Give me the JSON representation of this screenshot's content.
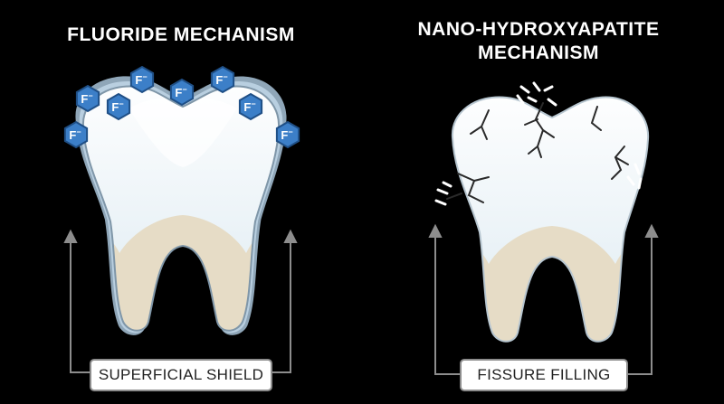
{
  "titles": {
    "left": "FLUORIDE MECHANISM",
    "right_line1": "NANO-HYDROXYAPATITE",
    "right_line2": "MECHANISM"
  },
  "labels": {
    "left": "SUPERFICIAL SHIELD",
    "right": "FISSURE FILLING"
  },
  "fluoride_ion": {
    "symbol": "F",
    "charge": "−"
  },
  "colors": {
    "background": "#000000",
    "enamel": "#ffffff",
    "enamel_shade": "#cfe1ec",
    "root": "#e6dcc6",
    "shield": "#8fa6b8",
    "ion_fill": "#3c7fc8",
    "ion_stroke": "#1f4f86",
    "arrow": "#8d8d8d",
    "crack": "#2a2a2a"
  },
  "icons": {
    "ion": "fluoride-ion-hexagon-icon",
    "arrow": "arrow-up-icon",
    "crack": "enamel-crack-icon"
  }
}
